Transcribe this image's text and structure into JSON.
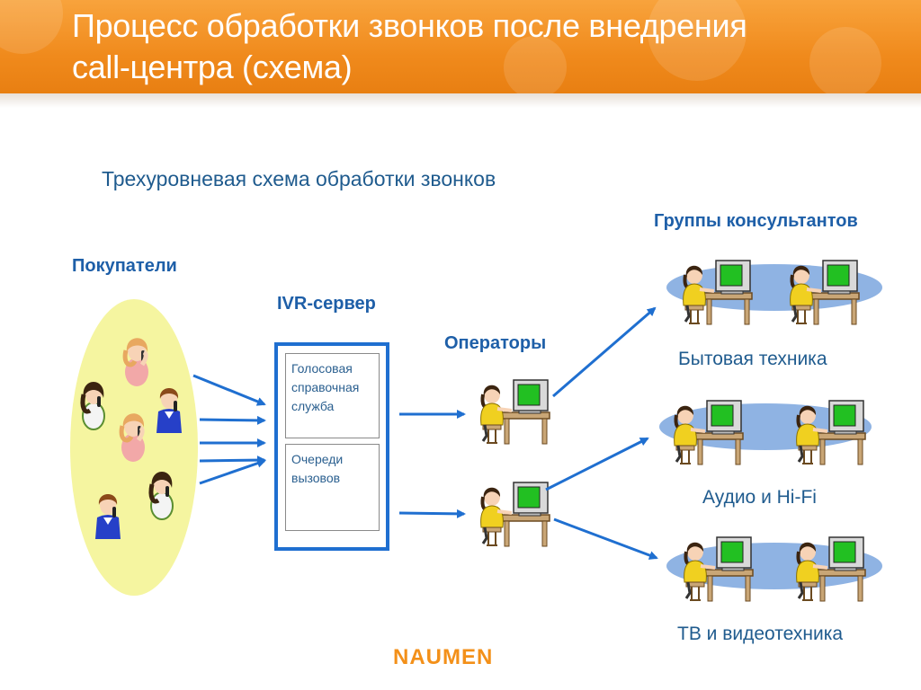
{
  "header": {
    "title_line1": "Процесс обработки звонков после внедрения",
    "title_line2": "call-центра (схема)"
  },
  "subtitle": "Трехуровневая схема обработки звонков",
  "labels": {
    "buyers": "Покупатели",
    "ivr": "IVR-сервер",
    "operators": "Операторы",
    "groups": "Группы консультантов"
  },
  "ivr_boxes": {
    "voice_service": "Голосовая справочная служба",
    "call_queues": "Очереди вызовов"
  },
  "groups": [
    {
      "name": "Бытовая техника"
    },
    {
      "name": "Аудио и Hi-Fi"
    },
    {
      "name": "ТВ и видеотехника"
    }
  ],
  "logo": {
    "word": "NAUMEN"
  },
  "colors": {
    "header": "#f08a1c",
    "arrow": "#1f6fd0",
    "ellipse_customers": "#f5f5a0",
    "ellipse_groups": "#8fb3e3",
    "monitor": "#22c022",
    "person_shirt": "#f0d020"
  }
}
